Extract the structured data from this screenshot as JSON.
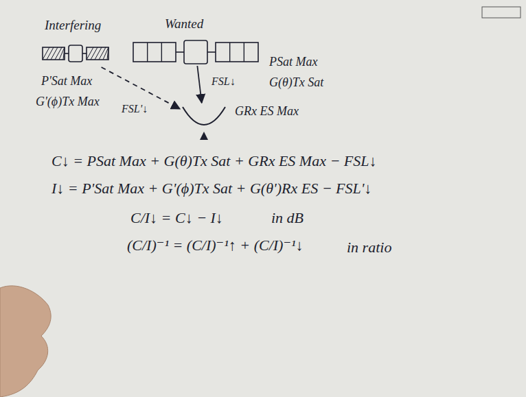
{
  "diagram": {
    "nodes": [
      {
        "text": [
          "Interfering"
        ]
      },
      {
        "text": [
          "Wanted"
        ]
      },
      {
        "text": [
          "GRx ES Max"
        ]
      }
    ],
    "edges": [
      {
        "from": 0,
        "to": 2,
        "arrow": "to",
        "label": "FSL'↓"
      },
      {
        "from": 1,
        "to": 2,
        "arrow": "to",
        "label": "FSL↓"
      }
    ],
    "labels": [
      "P'Sat Max",
      "G'(ϕ)Tx Max",
      "PSat Max",
      "G(θ)Tx Sat",
      "C↓ = PSat Max + G(θ)Tx Sat + GRx ES Max − FSL↓",
      "I↓ = P'Sat Max + G'(ϕ)Tx Sat + G(θ')Rx ES − FSL'↓",
      "C/I↓ = C↓ − I↓",
      "in dB",
      "(C/I)⁻¹ = (C/I)⁻¹↑ + (C/I)⁻¹↓",
      "in ratio"
    ]
  }
}
